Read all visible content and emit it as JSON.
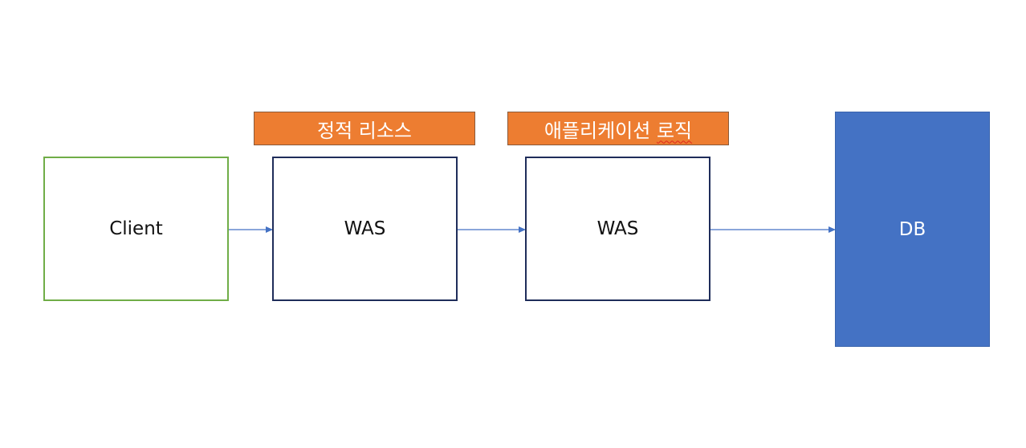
{
  "nodes": {
    "client": "Client",
    "was_1": "WAS",
    "was_2": "WAS",
    "db": "DB"
  },
  "labels": {
    "static_resource": "정적 리소스",
    "app_logic_part1": "애플리케이션",
    "app_logic_part2": "로직"
  },
  "colors": {
    "client_border": "#70ad47",
    "was_border": "#1f2d5a",
    "db_fill": "#4472c4",
    "label_fill": "#ed7d31",
    "arrow": "#4472c4"
  }
}
